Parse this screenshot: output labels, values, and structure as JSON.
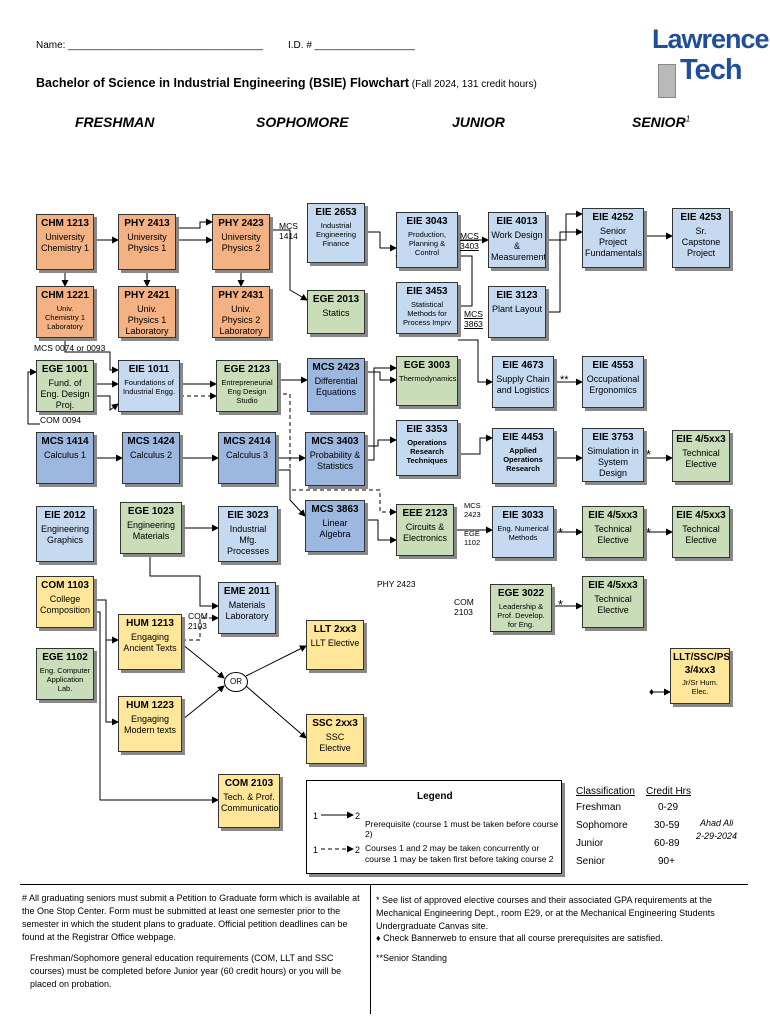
{
  "header": {
    "name_label": "Name: ___________________________________",
    "id_label": "I.D. # __________________",
    "title": "Bachelor of Science in Industrial Engineering (BSIE) Flowchart",
    "subtitle": " (Fall 2024, 131 credit hours)",
    "logo_line1": "Lawrence",
    "logo_line2": "Tech"
  },
  "years": {
    "freshman": "FRESHMAN",
    "sophomore": "SOPHOMORE",
    "junior": "JUNIOR",
    "senior": "SENIOR",
    "senior_sup": "1"
  },
  "courses": {
    "chm1213": {
      "code": "CHM 1213",
      "title": "University Chemistry 1"
    },
    "phy2413": {
      "code": "PHY 2413",
      "title": "University Physics 1"
    },
    "phy2423": {
      "code": "PHY 2423",
      "title": "University Physics 2"
    },
    "eie2653": {
      "code": "EIE 2653",
      "title": "Industrial Engineering Finance"
    },
    "eie3043": {
      "code": "EIE 3043",
      "title": "Production, Planning & Control"
    },
    "eie4013": {
      "code": "EIE 4013",
      "title": "Work Design & Measurement"
    },
    "eie4252": {
      "code": "EIE 4252",
      "title": "Senior Project Fundamentals"
    },
    "eie4253": {
      "code": "EIE 4253",
      "title": "Sr. Capstone Project"
    },
    "chm1221": {
      "code": "CHM 1221",
      "title": "Univ. Chemistry 1 Laboratory"
    },
    "phy2421": {
      "code": "PHY 2421",
      "title": "Univ. Physics 1 Laboratory"
    },
    "phy2431": {
      "code": "PHY 2431",
      "title": "Univ. Physics 2 Laboratory"
    },
    "ege2013": {
      "code": "EGE 2013",
      "title": "Statics"
    },
    "eie3453": {
      "code": "EIE 3453",
      "title": "Statistical Methods for Process Imprv"
    },
    "eie3123": {
      "code": "EIE 3123",
      "title": "Plant Layout"
    },
    "ege1001": {
      "code": "EGE 1001",
      "title": "Fund. of Eng. Design Proj."
    },
    "eie1011": {
      "code": "EIE 1011",
      "title": "Foundations of Industrial Engg."
    },
    "ege2123": {
      "code": "EGE 2123",
      "title": "Entrepreneurial Eng Design Studio"
    },
    "mcs2423": {
      "code": "MCS 2423",
      "title": "Differential Equations"
    },
    "ege3003": {
      "code": "EGE 3003",
      "title": "Thermodynamics"
    },
    "eie4673": {
      "code": "EIE 4673",
      "title": "Supply Chain and Logistics"
    },
    "eie4553": {
      "code": "EIE 4553",
      "title": "Occupational Ergonomics"
    },
    "mcs1414": {
      "code": "MCS 1414",
      "title": "Calculus 1"
    },
    "mcs1424": {
      "code": "MCS 1424",
      "title": "Calculus 2"
    },
    "mcs2414": {
      "code": "MCS 2414",
      "title": "Calculus 3"
    },
    "mcs3403": {
      "code": "MCS 3403",
      "title": "Probability & Statistics"
    },
    "eie3353": {
      "code": "EIE 3353",
      "title": "Operations Research Techniques"
    },
    "eie4453": {
      "code": "EIE 4453",
      "title": "Applied Operations Research"
    },
    "eie3753": {
      "code": "EIE 3753",
      "title": "Simulation in System Design"
    },
    "eie45xx3a": {
      "code": "EIE 4/5xx3",
      "title": "Technical Elective"
    },
    "eie2012": {
      "code": "EIE 2012",
      "title": "Engineering Graphics"
    },
    "ege1023": {
      "code": "EGE 1023",
      "title": "Engineering Materials"
    },
    "eie3023": {
      "code": "EIE 3023",
      "title": "Industrial Mfg. Processes"
    },
    "mcs3863": {
      "code": "MCS 3863",
      "title": "Linear Algebra"
    },
    "eee2123": {
      "code": "EEE 2123",
      "title": "Circuits & Electronics"
    },
    "eie3033": {
      "code": "EIE 3033",
      "title": "Eng. Numerical Methods"
    },
    "eie45xx3b": {
      "code": "EIE 4/5xx3",
      "title": "Technical Elective"
    },
    "eie45xx3c": {
      "code": "EIE 4/5xx3",
      "title": "Technical Elective"
    },
    "com1103": {
      "code": "COM 1103",
      "title": "College Composition"
    },
    "eme2011": {
      "code": "EME 2011",
      "title": "Materials Laboratory"
    },
    "ege3022": {
      "code": "EGE 3022",
      "title": "Leadership & Prof. Develop. for Eng."
    },
    "eie45xx3d": {
      "code": "EIE 4/5xx3",
      "title": "Technical Elective"
    },
    "hum1213": {
      "code": "HUM 1213",
      "title": "Engaging Ancient Texts"
    },
    "llt2xx3": {
      "code": "LLT 2xx3",
      "title": "LLT Elective"
    },
    "ege1102": {
      "code": "EGE 1102",
      "title": "Eng. Computer Application Lab."
    },
    "lltssc": {
      "code": "LLT/SSC/PSY 3/4xx3",
      "title": "Jr/Sr Hum. Elec."
    },
    "hum1223": {
      "code": "HUM 1223",
      "title": "Engaging Modern texts"
    },
    "ssc2xx3": {
      "code": "SSC 2xx3",
      "title": "SSC Elective"
    },
    "com2103": {
      "code": "COM 2103",
      "title": "Tech. & Prof. Communication"
    }
  },
  "notes": {
    "mcs1414_a": "MCS 1414",
    "mcs0074": "MCS 0074 or 0093",
    "com0094": "COM 0094",
    "mcs3403_a": "MCS 3403",
    "mcs3863_a": "MCS 3863",
    "mcs2423_a": "MCS 2423",
    "ege1102_a": "EGE 1102",
    "phy2423_a": "PHY 2423",
    "com2103_a": "COM 2103",
    "com2103_b": "COM 2103",
    "or": "OR",
    "star": "*",
    "dstar": "**",
    "diamond": "♦"
  },
  "legend": {
    "title": "Legend",
    "one": "1",
    "two": "2",
    "prereq_text": "Prerequisite (course 1 must be taken before course 2)",
    "concurrent_text": "Courses 1 and 2 may be taken concurrently or course 1 may be taken first before taking course 2"
  },
  "classification": {
    "header_class": "Classification",
    "header_credit": "Credit Hrs",
    "rows": [
      {
        "name": "Freshman",
        "hours": "0-29"
      },
      {
        "name": "Sophomore",
        "hours": "30-59"
      },
      {
        "name": "Junior",
        "hours": "60-89"
      },
      {
        "name": "Senior",
        "hours": "90+"
      }
    ],
    "author": "Ahad Ali",
    "date": "2-29-2024"
  },
  "footer": {
    "hash_note": "#  All graduating seniors must submit a Petition to Graduate form which is available at the One Stop Center.  Form must be submitted at least one semester prior to the semester in which the student plans to graduate.  Official petition deadlines can be found at the Registrar Office webpage.",
    "probation_note": "Freshman/Sophomore general education requirements (COM, LLT and SSC courses) must be completed before Junior year (60 credit hours) or you will be placed on probation.",
    "star_note": "*  See list of approved elective courses and their associated GPA requirements at the Mechanical Engineering Dept., room E29, or at the Mechanical Engineering Students Undergraduate Canvas site.",
    "diamond_note": "♦ Check Bannerweb to ensure that all course prerequisites are satisfied.",
    "dstar_note": "**Senior Standing"
  }
}
